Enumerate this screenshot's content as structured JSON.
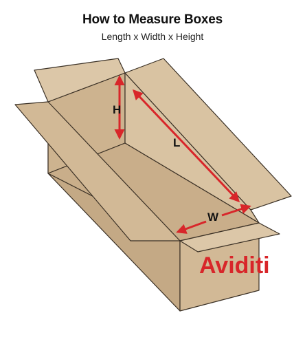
{
  "header": {
    "title": "How to Measure Boxes",
    "subtitle": "Length x Width x Height"
  },
  "dimensions": {
    "height_label": "H",
    "length_label": "L",
    "width_label": "W"
  },
  "brand": {
    "name": "Aviditi"
  },
  "colors": {
    "cardboard": "#d2b996",
    "cardboard_dark": "#c4a985",
    "cardboard_light": "#dcc7a8",
    "outline": "#3a3025",
    "arrow": "#d8262a",
    "brand": "#d8262a"
  }
}
